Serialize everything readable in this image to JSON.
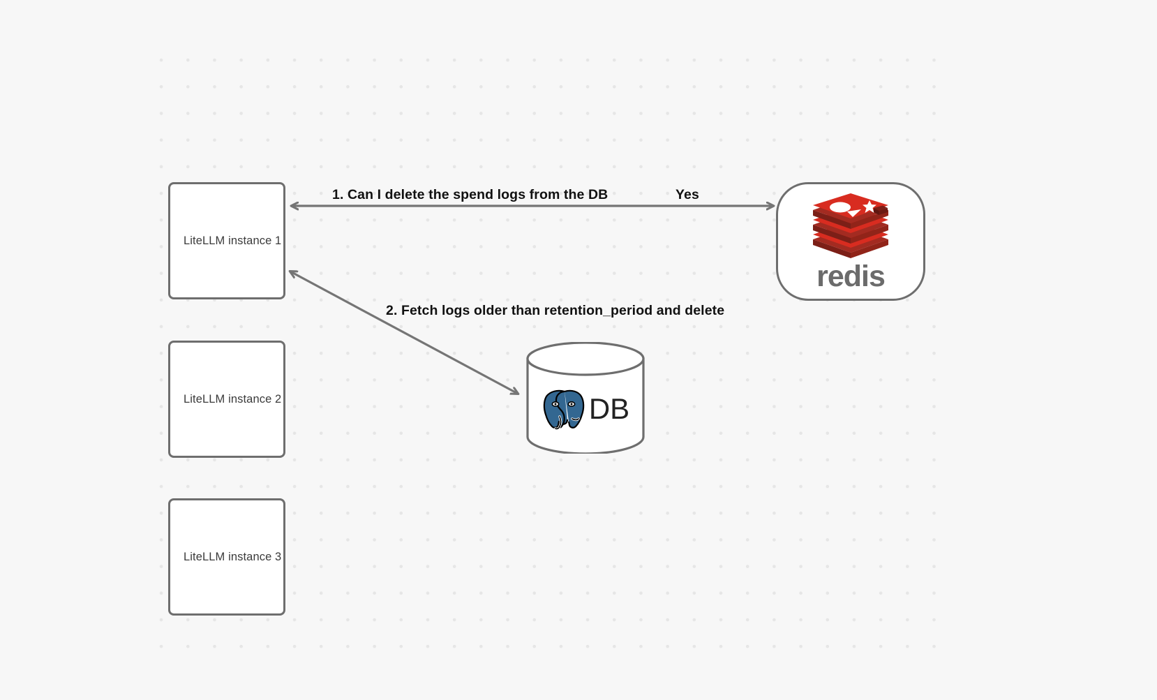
{
  "canvas": {
    "background_color": "#f7f7f7",
    "grid_dot_color": "#e6e6e6"
  },
  "nodes": [
    {
      "id": "instance-1",
      "label": "LiteLLM instance 1",
      "type": "box"
    },
    {
      "id": "instance-2",
      "label": "LiteLLM instance 2",
      "type": "box"
    },
    {
      "id": "instance-3",
      "label": "LiteLLM instance 3",
      "type": "box"
    },
    {
      "id": "redis",
      "label": "redis",
      "type": "rounded-box",
      "logo": "redis-logo",
      "brand_color": "#d82c20"
    },
    {
      "id": "database",
      "label": "DB",
      "type": "cylinder",
      "logo": "postgresql-elephant-icon",
      "brand_color": "#336791"
    }
  ],
  "edges": [
    {
      "id": "edge-1",
      "from": "instance-1",
      "to": "redis",
      "label": "1.  Can I delete the spend logs from the DB",
      "return_label": "Yes",
      "direction": "bidirectional",
      "stroke": "#757575"
    },
    {
      "id": "edge-2",
      "from": "instance-1",
      "to": "database",
      "label": "2.  Fetch logs older than retention_period and delete",
      "direction": "bidirectional",
      "stroke": "#757575"
    }
  ],
  "redis": {
    "wordmark": "redis"
  },
  "database": {
    "label": "DB"
  }
}
